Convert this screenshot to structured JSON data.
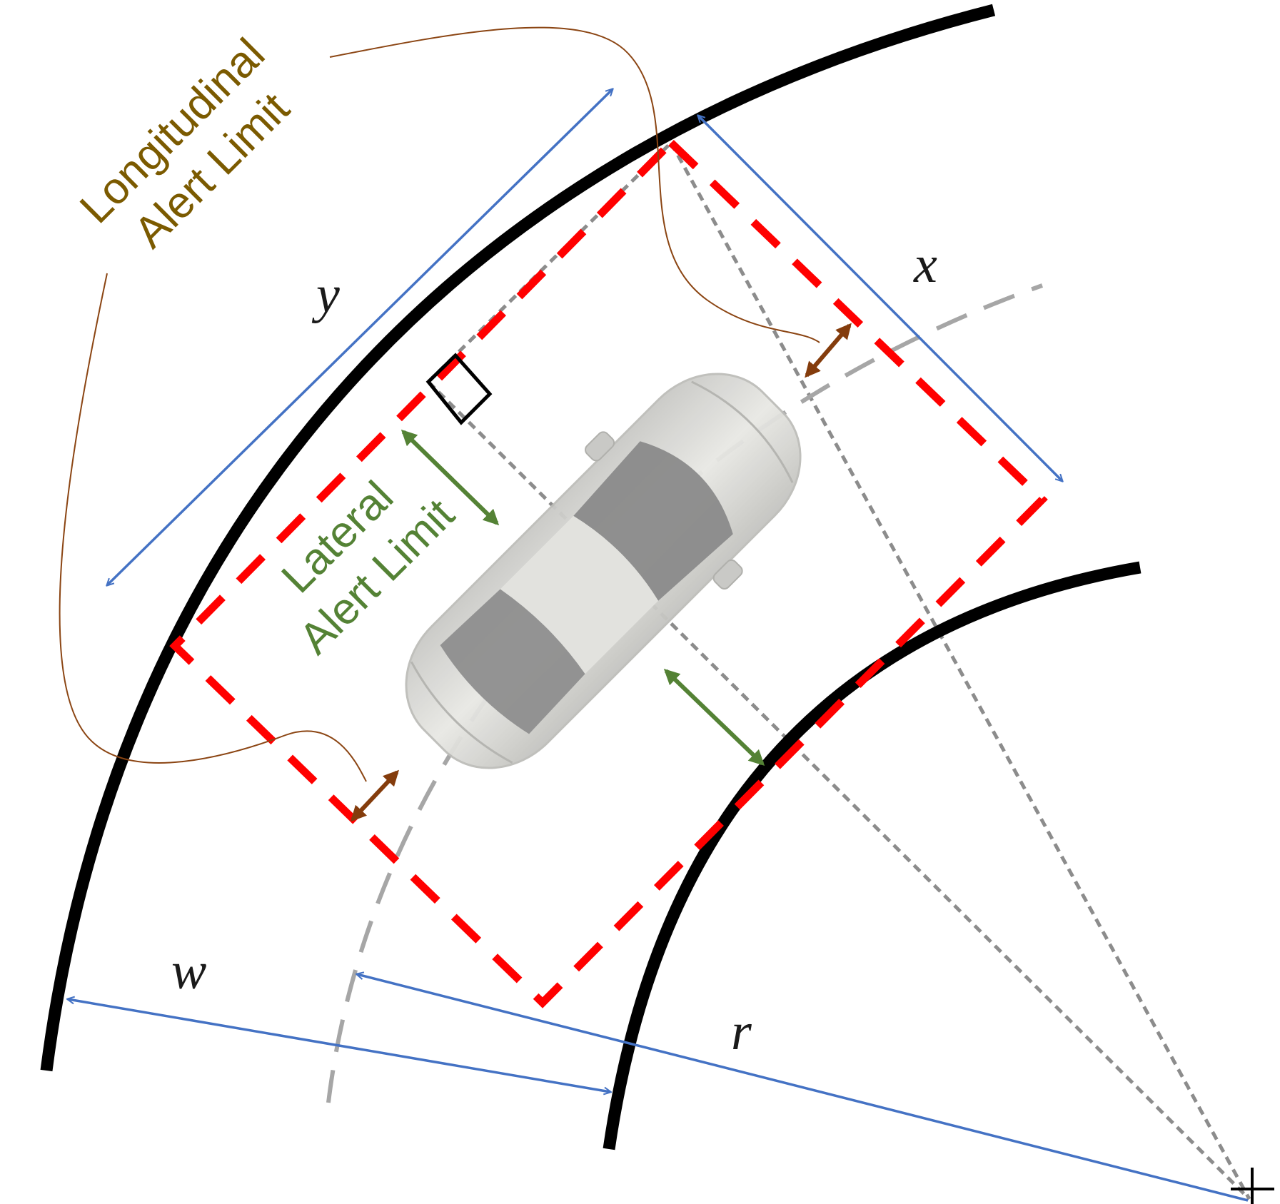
{
  "labels": {
    "longitudinal_line1": "Longitudinal",
    "longitudinal_line2": "Alert Limit",
    "lateral_line1": "Lateral",
    "lateral_line2": "Alert Limit",
    "var_x": "x",
    "var_y": "y",
    "var_w": "w",
    "var_r": "r"
  },
  "colors": {
    "road_edge": "#000000",
    "alert_box": "#ff0000",
    "dimension": "#4472c4",
    "construction": "#8c8c8c",
    "centerline": "#a6a6a6",
    "longitudinal": "#7b5a00",
    "longitudinal_curve": "#8b4513",
    "longitudinal_arrow": "#843c0c",
    "lateral": "#548235"
  },
  "icons": {
    "vehicle": "car-top-view-icon",
    "right_angle": "right-angle-marker-icon",
    "center": "turn-center-cross-icon"
  }
}
